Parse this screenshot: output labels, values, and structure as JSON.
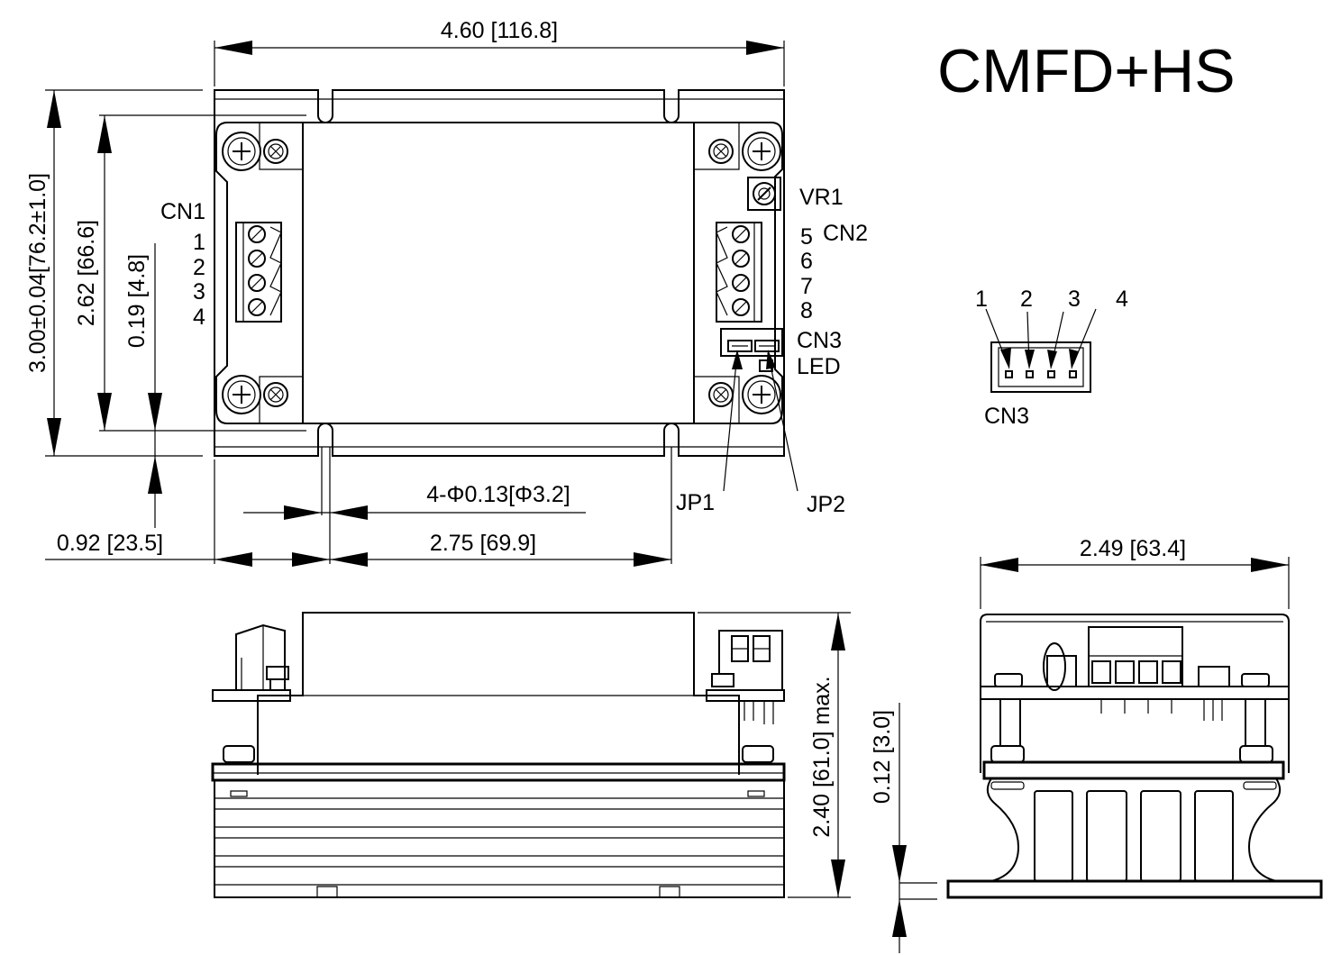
{
  "title": "CMFD+HS",
  "dims": {
    "overall_width": "4.60 [116.8]",
    "overall_height": "3.00±0.04[76.2±1.0]",
    "mount_height": "2.62 [66.6]",
    "slot_offset": "0.19 [4.8]",
    "hole_spec": "4-Φ0.13[Φ3.2]",
    "hole_pitch": "2.75 [69.9]",
    "edge_offset": "0.92 [23.5]",
    "side_width": "2.49 [63.4]",
    "max_height": "2.40 [61.0] max.",
    "base_thickness": "0.12 [3.0]"
  },
  "labels": {
    "cn1": "CN1",
    "cn1_pins": [
      "1",
      "2",
      "3",
      "4"
    ],
    "cn2": "CN2",
    "cn2_pins": [
      "5",
      "6",
      "7",
      "8"
    ],
    "cn3": "CN3",
    "vr1": "VR1",
    "led": "LED",
    "jp1": "JP1",
    "jp2": "JP2",
    "cn3_detail": "CN3",
    "cn3_detail_pins": [
      "1",
      "2",
      "3",
      "4"
    ]
  }
}
